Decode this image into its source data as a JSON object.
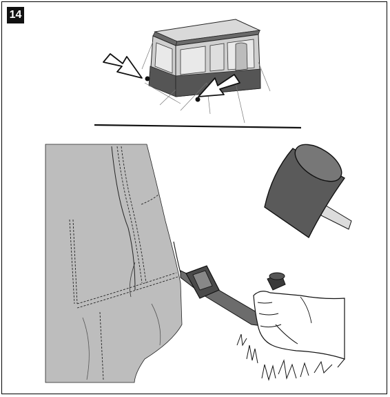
{
  "step": {
    "number": "14"
  },
  "colors": {
    "tent_dark": "#5b5b5b",
    "tent_light": "#c9c9c9",
    "fabric": "#bdbdbd",
    "strap": "#6c6c6c",
    "mallet_head": "#5a5a5a",
    "outline": "#111111"
  },
  "icons": [
    "awning-tent-illustration",
    "arrow-left-pointer",
    "arrow-right-pointer",
    "divider-line",
    "fabric-panel",
    "strap-buckle",
    "ground-peg",
    "hand",
    "rubber-mallet",
    "grass"
  ]
}
